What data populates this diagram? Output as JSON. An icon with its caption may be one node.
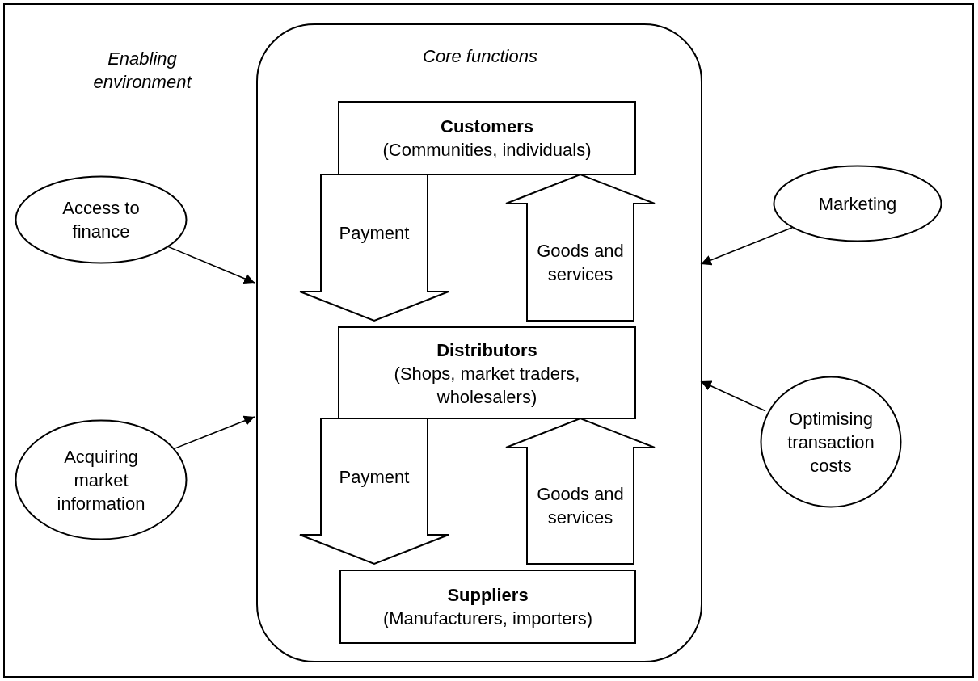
{
  "diagram": {
    "nodes": [
      {
        "text": [
          "Enabling environment"
        ]
      },
      {
        "text": [
          "Core functions"
        ],
        "in": 0
      },
      {
        "text": [
          "Customers",
          "(Communities, individuals)"
        ],
        "in": 1
      },
      {
        "text": [
          "Distributors",
          "(Shops, market traders, wholesalers)"
        ],
        "in": 1
      },
      {
        "text": [
          "Suppliers",
          "(Manufacturers, importers)"
        ],
        "in": 1
      },
      {
        "text": [
          "Access to finance"
        ],
        "in": 0
      },
      {
        "text": [
          "Acquiring market information"
        ],
        "in": 0
      },
      {
        "text": [
          "Marketing"
        ],
        "in": 0
      },
      {
        "text": [
          "Optimising transaction costs"
        ],
        "in": 0
      }
    ],
    "edges": [
      {
        "from": 2,
        "to": 3,
        "label": "Payment",
        "arrow": "to"
      },
      {
        "from": 3,
        "to": 2,
        "label": "Goods and services",
        "arrow": "to"
      },
      {
        "from": 3,
        "to": 4,
        "label": "Payment",
        "arrow": "to"
      },
      {
        "from": 4,
        "to": 3,
        "label": "Goods and services",
        "arrow": "to"
      },
      {
        "from": 5,
        "to": 1,
        "arrow": "to"
      },
      {
        "from": 6,
        "to": 1,
        "arrow": "to"
      },
      {
        "from": 7,
        "to": 1,
        "arrow": "to"
      },
      {
        "from": 8,
        "to": 1,
        "arrow": "to"
      }
    ]
  }
}
